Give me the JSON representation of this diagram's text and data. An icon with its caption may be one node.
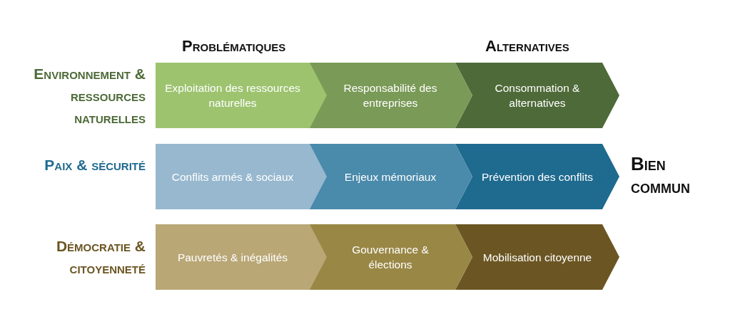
{
  "diagram": {
    "nodes": [
      {
        "text": [
          "Exploitation des ressources naturelles"
        ]
      },
      {
        "text": [
          "Responsabilité des entreprises"
        ]
      },
      {
        "text": [
          "Consommation & alternatives"
        ]
      },
      {
        "text": [
          "Conflits armés & sociaux"
        ]
      },
      {
        "text": [
          "Enjeux mémoriaux"
        ]
      },
      {
        "text": [
          "Prévention des conflits"
        ]
      },
      {
        "text": [
          "Pauvretés & inégalités"
        ]
      },
      {
        "text": [
          "Gouvernance & élections"
        ]
      },
      {
        "text": [
          "Mobilisation citoyenne"
        ]
      }
    ],
    "edges": [],
    "labels": [
      "Problématiques",
      "Alternatives",
      "Environnement & ressources naturelles",
      "Paix & sécurité",
      "Bien commun",
      "Démocratie & citoyenneté"
    ]
  }
}
